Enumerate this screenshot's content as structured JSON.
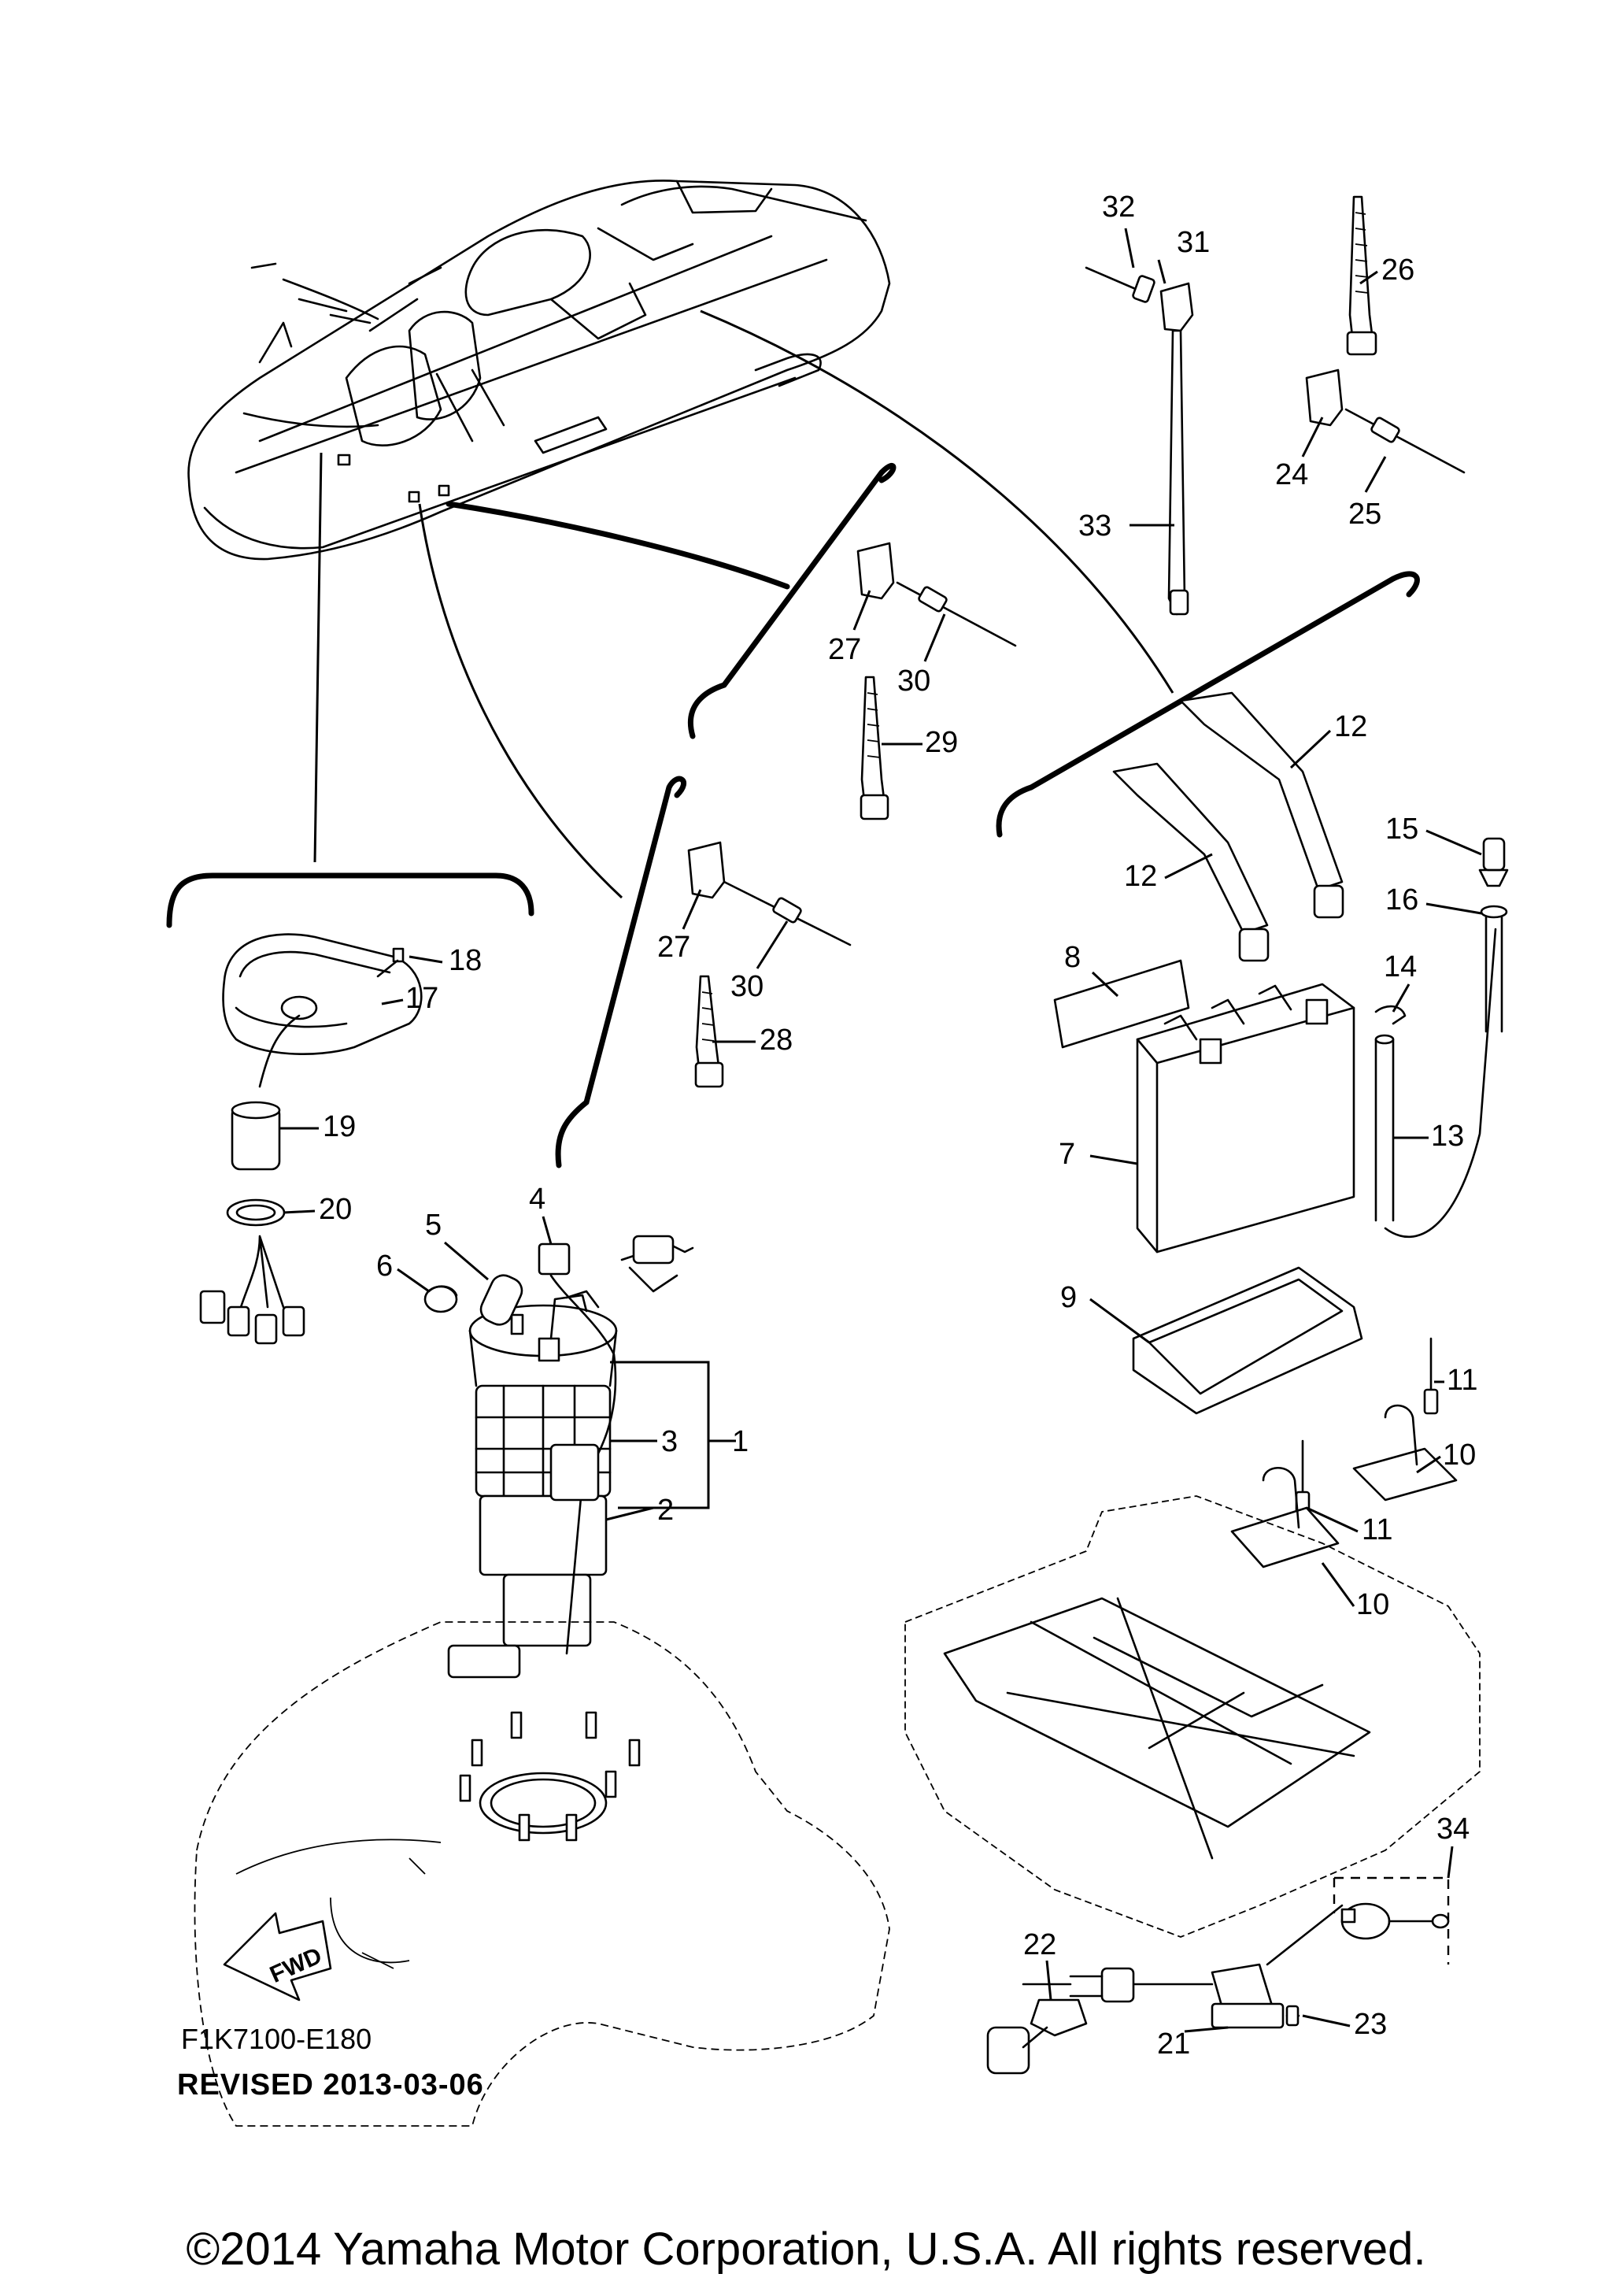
{
  "diagram": {
    "part_numbers": [
      "1",
      "2",
      "3",
      "4",
      "5",
      "6",
      "7",
      "8",
      "9",
      "10",
      "10",
      "11",
      "11",
      "12",
      "12",
      "13",
      "14",
      "15",
      "16",
      "17",
      "18",
      "19",
      "20",
      "21",
      "22",
      "23",
      "24",
      "25",
      "26",
      "27",
      "27",
      "28",
      "29",
      "30",
      "30",
      "31",
      "32",
      "33",
      "34"
    ],
    "labels": {
      "p1": "1",
      "p2": "2",
      "p3": "3",
      "p4": "4",
      "p5": "5",
      "p6": "6",
      "p7": "7",
      "p8": "8",
      "p9": "9",
      "p10a": "10",
      "p10b": "10",
      "p11a": "11",
      "p11b": "11",
      "p12a": "12",
      "p12b": "12",
      "p13": "13",
      "p14": "14",
      "p15": "15",
      "p16": "16",
      "p17": "17",
      "p18": "18",
      "p19": "19",
      "p20": "20",
      "p21": "21",
      "p22": "22",
      "p23": "23",
      "p24": "24",
      "p25": "25",
      "p26": "26",
      "p27a": "27",
      "p27b": "27",
      "p28": "28",
      "p29": "29",
      "p30a": "30",
      "p30b": "30",
      "p31": "31",
      "p32": "32",
      "p33": "33",
      "p34": "34"
    },
    "fwd_label": "FWD",
    "drawing_code": "F1K7100-E180",
    "revision": "REVISED 2013-03-06"
  },
  "footer": {
    "copyright": "©2014 Yamaha Motor Corporation, U.S.A. All rights reserved."
  }
}
